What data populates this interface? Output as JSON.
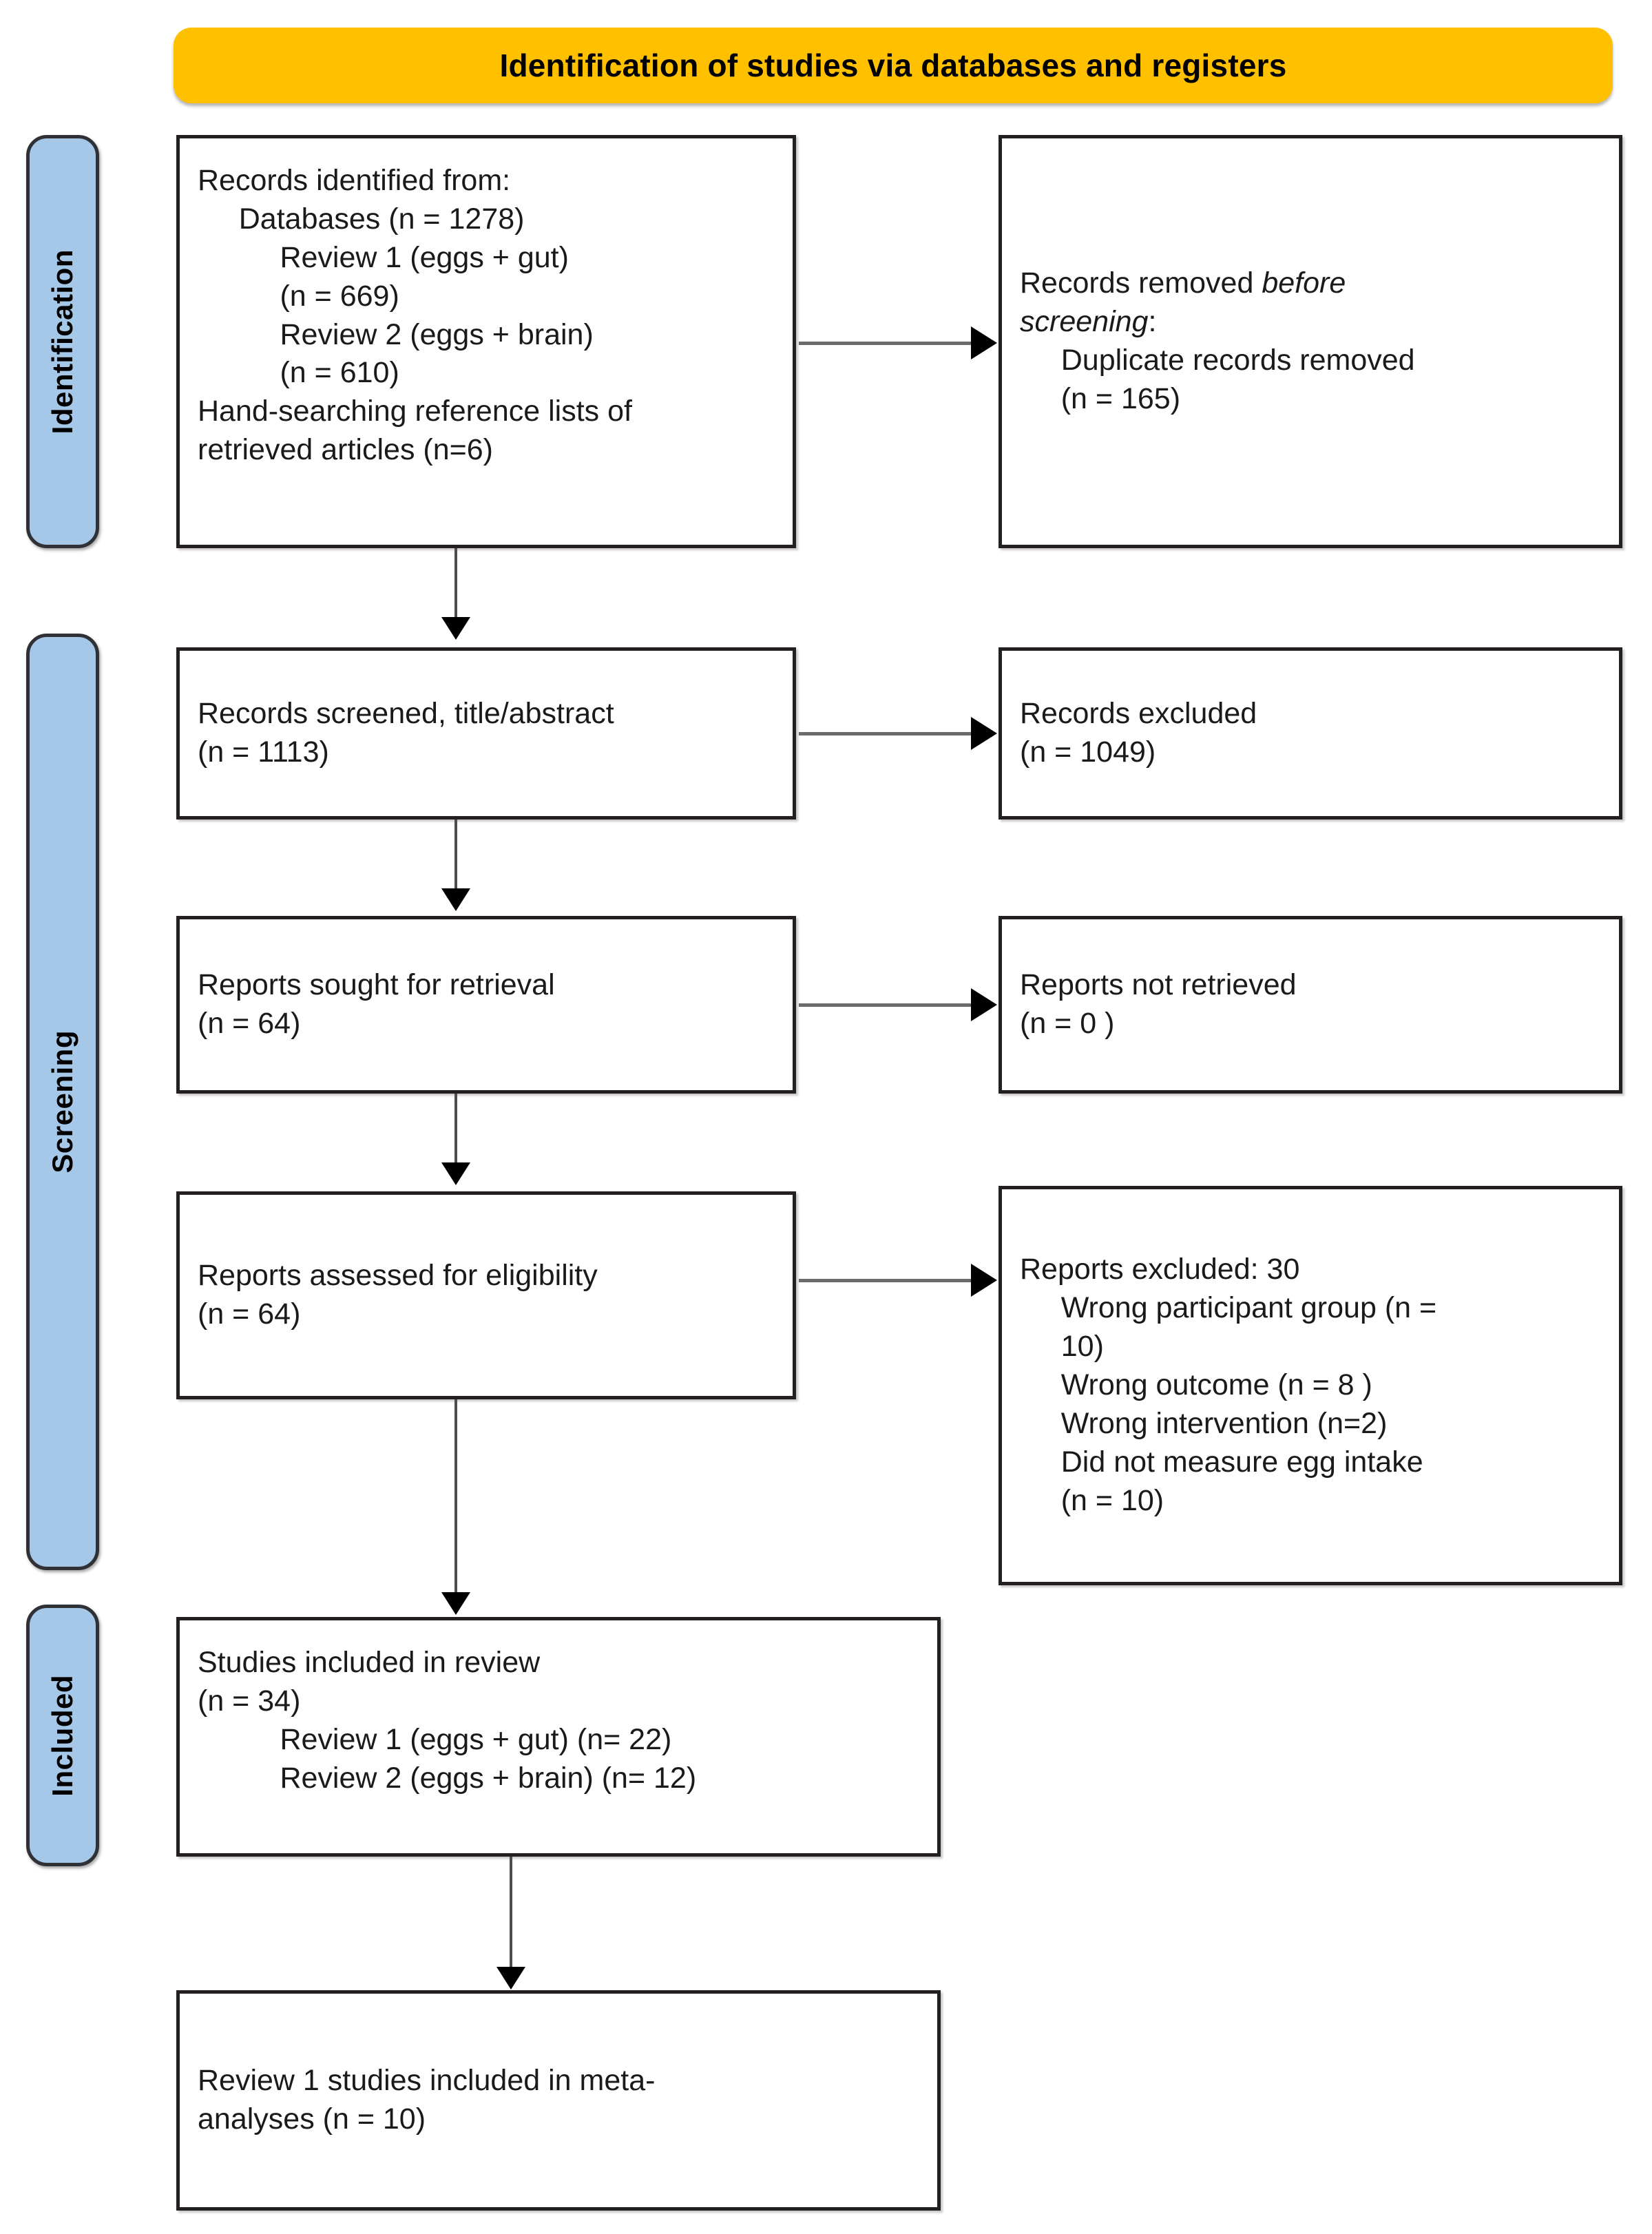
{
  "banner": {
    "title": "Identification of studies via databases and registers",
    "color": "#FFC000"
  },
  "rails": {
    "color": "#A5C8E9",
    "identification": "Identification",
    "screening": "Screening",
    "included": "Included"
  },
  "boxes": {
    "records_identified": "Records identified from:\n     Databases (n = 1278)\n          Review 1 (eggs + gut)\n          (n = 669)\n          Review 2 (eggs + brain)\n          (n = 610)\nHand-searching reference lists of\nretrieved articles (n=6)",
    "records_removed_line1_pre": "Records removed ",
    "records_removed_line1_italic": "before",
    "records_removed_line2_italic": "screening",
    "records_removed_line2_post": ":",
    "records_removed_rest": "\n     Duplicate records removed\n     (n = 165)",
    "records_screened": "Records screened, title/abstract\n(n = 1113)",
    "records_excluded": "Records excluded\n(n = 1049)",
    "reports_sought": "Reports sought for retrieval\n(n = 64)",
    "reports_not_retrieved": "Reports not retrieved\n(n = 0 )",
    "reports_assessed": "Reports assessed for eligibility\n(n = 64)",
    "reports_excluded": "Reports excluded: 30\n     Wrong participant group (n =\n     10)\n     Wrong outcome (n = 8 )\n     Wrong intervention (n=2)\n     Did not measure egg intake\n     (n = 10)",
    "studies_included": "Studies included in review\n(n = 34)\n          Review 1 (eggs + gut) (n= 22)\n          Review 2 (eggs + brain) (n= 12)",
    "meta_analyses": "Review 1 studies included in meta-\nanalyses (n = 10)"
  },
  "chart_data": {
    "type": "table",
    "title": "PRISMA 2020 flow diagram",
    "records_identified_databases": 1278,
    "review1_eggs_gut_identified": 669,
    "review2_eggs_brain_identified": 610,
    "hand_searching_reference_lists": 6,
    "duplicate_records_removed": 165,
    "records_screened": 1113,
    "records_excluded": 1049,
    "reports_sought_for_retrieval": 64,
    "reports_not_retrieved": 0,
    "reports_assessed_for_eligibility": 64,
    "reports_excluded_total": 30,
    "excluded_wrong_participant_group": 10,
    "excluded_wrong_outcome": 8,
    "excluded_wrong_intervention": 2,
    "excluded_did_not_measure_egg_intake": 10,
    "studies_included_in_review": 34,
    "review1_included": 22,
    "review2_included": 12,
    "review1_in_meta_analyses": 10
  }
}
